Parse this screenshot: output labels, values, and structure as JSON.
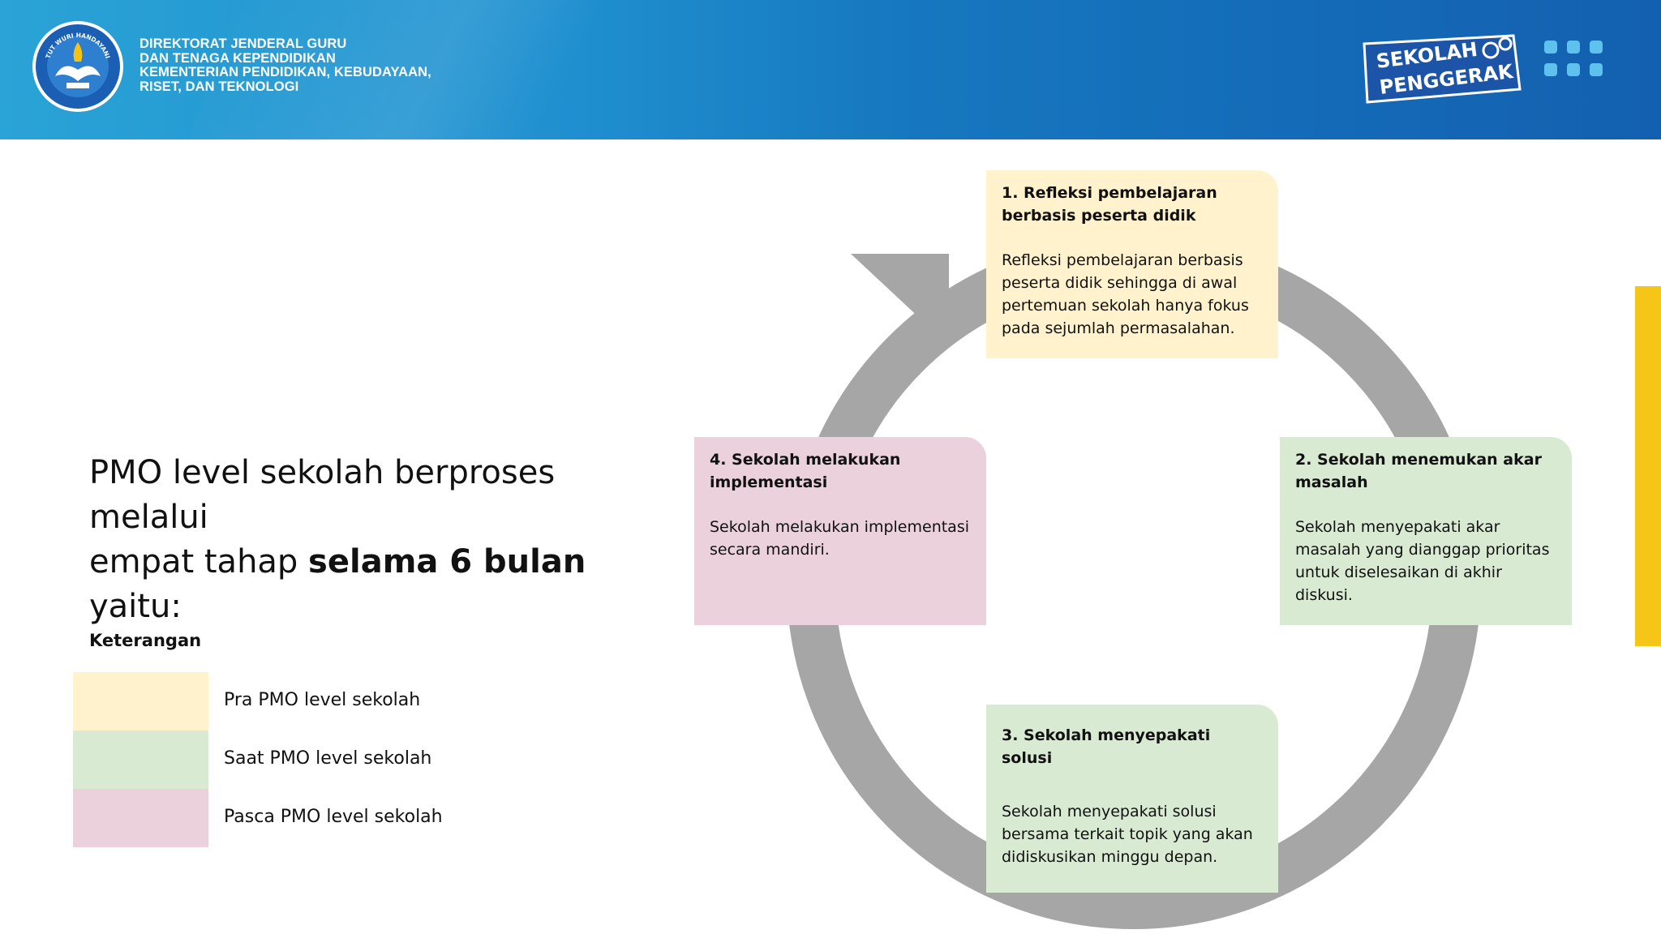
{
  "header": {
    "org_lines": [
      "DIREKTORAT JENDERAL GURU",
      "DAN TENAGA KEPENDIDIKAN",
      "KEMENTERIAN PENDIDIKAN, KEBUDAYAAN,",
      "RISET, DAN TEKNOLOGI"
    ],
    "emblem_icon": "tut-wuri-handayani-emblem-icon",
    "emblem_text": "TUT WURI HANDAYANI",
    "logo_line1": "SEKOLAH",
    "logo_line2": "PENGGERAK",
    "menu_icon": "grid-menu-icon",
    "colors": {
      "banner": "#1f8fcf",
      "accent_bar": "#f5c518"
    }
  },
  "intro": {
    "line1": "PMO level sekolah berproses melalui",
    "line2_pre": "empat tahap ",
    "line2_bold": "selama 6 bulan",
    "line2_post": " yaitu:"
  },
  "legend": {
    "title": "Keterangan",
    "items": [
      {
        "label": "Pra PMO level sekolah",
        "color": "#fff2cc"
      },
      {
        "label": "Saat PMO level sekolah",
        "color": "#d9ead3"
      },
      {
        "label": "Pasca PMO level sekolah",
        "color": "#ead1dc"
      }
    ]
  },
  "cycle": {
    "arrow_color": "#a6a6a6",
    "steps": [
      {
        "title": "1. Refleksi pembelajaran berbasis peserta didik",
        "desc": "Refleksi pembelajaran berbasis peserta didik sehingga di awal pertemuan sekolah hanya fokus pada sejumlah permasalahan.",
        "color": "#fff2cc"
      },
      {
        "title": "2. Sekolah menemukan akar masalah",
        "desc": "Sekolah menyepakati akar masalah yang dianggap  prioritas untuk diselesaikan di akhir diskusi.",
        "color": "#d9ead3"
      },
      {
        "title": "3. Sekolah menyepakati solusi",
        "desc": "Sekolah menyepakati solusi bersama terkait topik yang akan didiskusikan minggu depan.",
        "color": "#d9ead3"
      },
      {
        "title": "4. Sekolah melakukan implementasi",
        "desc": "Sekolah melakukan implementasi secara mandiri.",
        "color": "#ead1dc"
      }
    ]
  }
}
